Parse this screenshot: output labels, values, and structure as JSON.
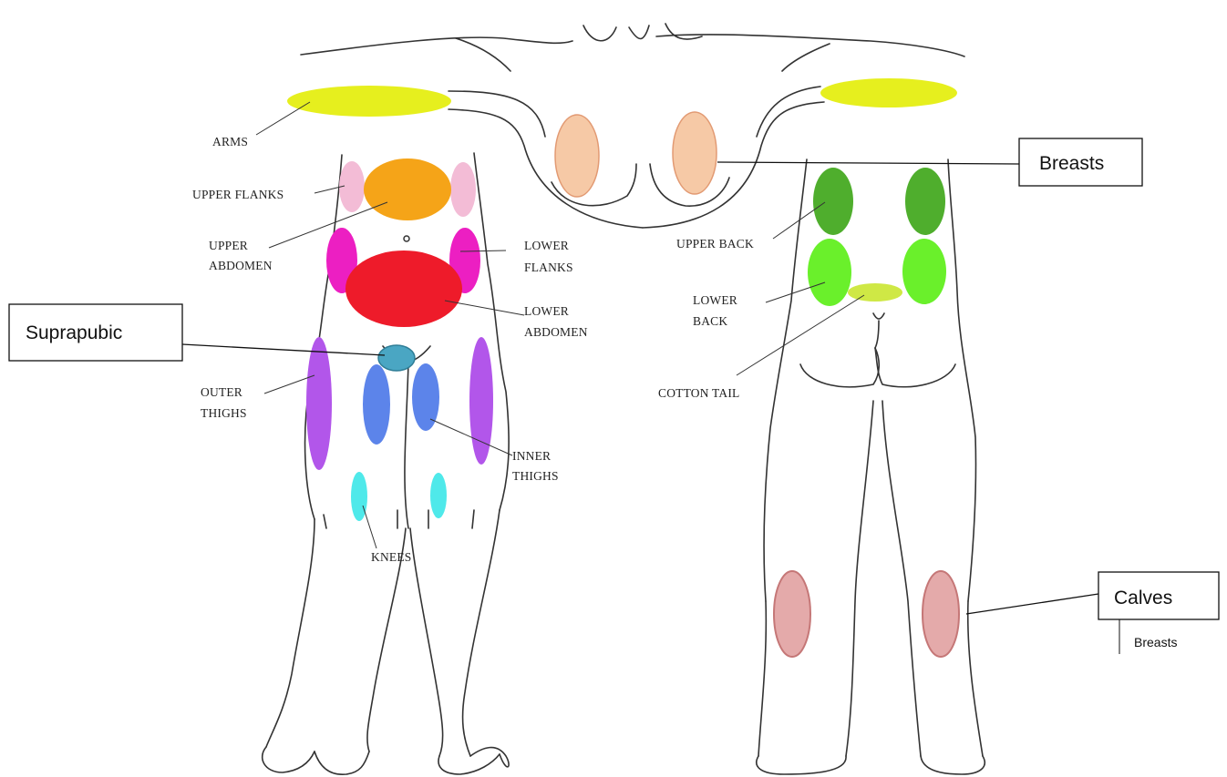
{
  "front_labels": {
    "arms": "ARMS",
    "upper_flanks": "UPPER FLANKS",
    "upper_abdomen_1": "UPPER",
    "upper_abdomen_2": "ABDOMEN",
    "lower_flanks_1": "LOWER",
    "lower_flanks_2": "FLANKS",
    "lower_abdomen_1": "LOWER",
    "lower_abdomen_2": "ABDOMEN",
    "outer_thighs_1": "OUTER",
    "outer_thighs_2": "THIGHS",
    "inner_thighs_1": "INNER",
    "inner_thighs_2": "THIGHS",
    "knees": "KNEES"
  },
  "back_labels": {
    "upper_back": "UPPER BACK",
    "lower_back_1": "LOWER",
    "lower_back_2": "BACK",
    "cotton_tail": "COTTON TAIL"
  },
  "callouts": {
    "breasts": "Breasts",
    "suprapubic": "Suprapubic",
    "calves": "Calves",
    "calves_sub": "Breasts"
  },
  "zone_colors": {
    "arms": "#e6ef1e",
    "breasts": "#f6c9a6",
    "upper_flanks": "#f3bcd6",
    "upper_abdomen": "#f5a418",
    "lower_flanks": "#ec1fc2",
    "lower_abdomen": "#ee1b2a",
    "suprapubic": "#4aa6c3",
    "outer_thighs": "#b256ea",
    "inner_thighs": "#5c84ea",
    "knees": "#4fe9ea",
    "upper_back": "#4fae2d",
    "lower_back": "#6af02b",
    "cotton_tail": "#cfe845",
    "calves": "#e4aaaa"
  }
}
